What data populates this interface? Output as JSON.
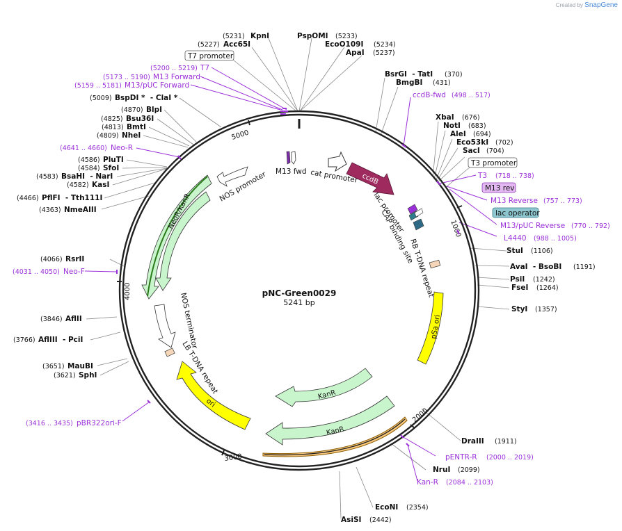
{
  "watermark": {
    "prefix": "Created by",
    "brand": "SnapGene"
  },
  "plasmid": {
    "name": "pNC-Green0029",
    "size": "5241 bp"
  },
  "ticks": [
    "1000",
    "2000",
    "3000",
    "4000",
    "5000"
  ],
  "enzymes_top": [
    {
      "pos": "(5231)",
      "name": "KpnI"
    },
    {
      "pos": "(5227)",
      "name": "Acc65I"
    },
    {
      "name": "PspOMI",
      "pos": "(5233)"
    },
    {
      "name": "EcoO109I",
      "pos": "(5234)"
    },
    {
      "name": "ApaI",
      "pos": "(5237)"
    }
  ],
  "enzymes_right": [
    {
      "name": "BsrGI  - TatI",
      "pos": "(370)"
    },
    {
      "name": "BmgBI",
      "pos": "(431)"
    },
    {
      "name": "XbaI",
      "pos": "(676)"
    },
    {
      "name": "NotI",
      "pos": "(683)"
    },
    {
      "name": "AleI",
      "pos": "(694)"
    },
    {
      "name": "Eco53kI",
      "pos": "(702)"
    },
    {
      "name": "SacI",
      "pos": "(704)"
    },
    {
      "name": "StuI",
      "pos": "(1106)"
    },
    {
      "name": "AvaI  - BsoBI",
      "pos": "(1191)"
    },
    {
      "name": "PsiI",
      "pos": "(1242)"
    },
    {
      "name": "FseI",
      "pos": "(1264)"
    },
    {
      "name": "StyI",
      "pos": "(1357)"
    },
    {
      "name": "DraIII",
      "pos": "(1911)"
    },
    {
      "name": "NruI",
      "pos": "(2099)"
    },
    {
      "name": "EcoNI",
      "pos": "(2354)"
    },
    {
      "name": "AsiSI",
      "pos": "(2442)"
    }
  ],
  "enzymes_left": [
    {
      "pos": "(5009)",
      "name": "BspDI *  - ClaI *"
    },
    {
      "pos": "(4870)",
      "name": "BlpI"
    },
    {
      "pos": "(4825)",
      "name": "Bsu36I"
    },
    {
      "pos": "(4813)",
      "name": "BmtI"
    },
    {
      "pos": "(4809)",
      "name": "NheI"
    },
    {
      "pos": "(4586)",
      "name": "PluTI"
    },
    {
      "pos": "(4584)",
      "name": "SfoI"
    },
    {
      "pos": "(4583)",
      "name": "BsaHI  - NarI"
    },
    {
      "pos": "(4582)",
      "name": "KasI"
    },
    {
      "pos": "(4466)",
      "name": "PflFI  - Tth111I"
    },
    {
      "pos": "(4363)",
      "name": "NmeAIII"
    },
    {
      "pos": "(4066)",
      "name": "RsrII"
    },
    {
      "pos": "(3846)",
      "name": "AflII"
    },
    {
      "pos": "(3766)",
      "name": "AflIII  - PciI"
    },
    {
      "pos": "(3651)",
      "name": "MauBI"
    },
    {
      "pos": "(3621)",
      "name": "SphI"
    }
  ],
  "primers": [
    {
      "pos": "(5200 .. 5219)",
      "name": "T7"
    },
    {
      "pos": "(5173 .. 5190)",
      "name": "M13 Forward"
    },
    {
      "pos": "(5159 .. 5181)",
      "name": "M13/pUC Forward"
    },
    {
      "name": "ccdB-fwd",
      "pos": "(498 .. 517)"
    },
    {
      "pos": "(4641 .. 4660)",
      "name": "Neo-R"
    },
    {
      "name": "T3",
      "pos": "(718 .. 738)"
    },
    {
      "name": "M13 Reverse",
      "pos": "(757 .. 773)"
    },
    {
      "name": "M13/pUC Reverse",
      "pos": "(770 .. 792)"
    },
    {
      "name": "L4440",
      "pos": "(988 .. 1005)"
    },
    {
      "pos": "(4031 .. 4050)",
      "name": "Neo-F"
    },
    {
      "pos": "(3416 .. 3435)",
      "name": "pBR322ori-F"
    },
    {
      "name": "pENTR-R",
      "pos": "(2000 .. 2019)"
    },
    {
      "name": "Kan-R",
      "pos": "(2084 .. 2103)"
    }
  ],
  "boxed_labels": {
    "t7_promoter": "T7 promoter",
    "t3_promoter": "T3 promoter",
    "m13_rev": "M13 rev",
    "lac_operator": "lac operator"
  },
  "features": {
    "m13_fwd": "M13 fwd",
    "cat_promoter": "cat promoter",
    "ccdb": "ccdB",
    "lac_promoter": "lac promoter",
    "cap_binding_site": "CAP binding site",
    "rb_tdna": "RB T-DNA repeat",
    "psa_ori": "pSa ori",
    "kanr1": "KanR",
    "kanr2": "KanR",
    "ori": "ori",
    "lb_tdna": "LB T-DNA repeat",
    "nos_terminator": "NOS terminator",
    "neor_kanr": "NeoR/KanR",
    "nos_promoter": "NOS promoter"
  },
  "colors": {
    "backbone": "#222222",
    "primer": "#9b30d9",
    "ccdb": "#9e2a5e",
    "marker": "#c8f5cc",
    "ori": "#ffff00",
    "tdna": "#f6d6b8",
    "lac_operator": "#8fc7d0"
  }
}
